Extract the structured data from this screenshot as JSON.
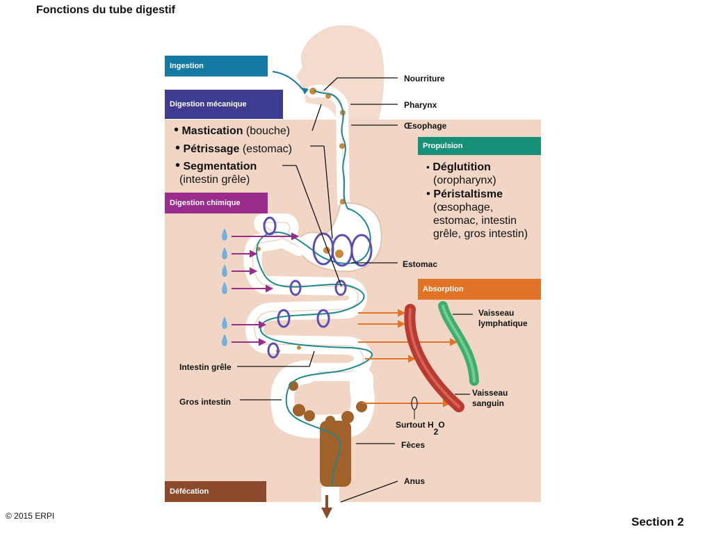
{
  "title": "Fonctions du tube digestif",
  "tags": {
    "ingestion": "Ingestion",
    "mecanique": "Digestion mécanique",
    "chimique": "Digestion chimique",
    "propulsion": "Propulsion",
    "absorption": "Absorption",
    "defecation": "Défécation"
  },
  "mechanical": [
    {
      "bold": "Mastication",
      "rest": " (bouche)"
    },
    {
      "bold": "Pétrissage",
      "rest": " (estomac)"
    },
    {
      "bold": "Segmentation",
      "rest": "",
      "line2": "(intestin grêle)"
    }
  ],
  "propulsion_items": [
    {
      "bold": "Déglutition",
      "line2": "(oropharynx)"
    },
    {
      "bold": "Péristaltisme",
      "line2": "(œsophage,",
      "line3": "estomac, intestin",
      "line4": "grêle, gros intestin)"
    }
  ],
  "labels": {
    "nourriture": "Nourriture",
    "pharynx": "Pharynx",
    "oesophage": "Œsophage",
    "estomac": "Estomac",
    "vaisseau_lymph_1": "Vaisseau",
    "vaisseau_lymph_2": "lymphatique",
    "vaisseau_sang_1": "Vaisseau",
    "vaisseau_sang_2": "sanguin",
    "intestin_grele": "Intestin grêle",
    "gros_intestin": "Gros intestin",
    "surtout": "Surtout H",
    "surtout_sub": "2",
    "surtout_end": "O",
    "feces": "Fèces",
    "anus": "Anus"
  },
  "footer": {
    "copyright": "© 2015 ERPI",
    "section": "Section 2"
  },
  "colors": {
    "ingestion": "#137ba3",
    "mecanique": "#3d3c90",
    "chimique": "#9b2b8d",
    "propulsion": "#169177",
    "absorption": "#e07325",
    "defecation": "#8b4a2b",
    "panel": "#f1d6c5",
    "tube": "#ffffff",
    "nerve": "#1a8a8a",
    "blood": "#c0392b",
    "lymph": "#3fae6a",
    "feces": "#a0622a"
  }
}
